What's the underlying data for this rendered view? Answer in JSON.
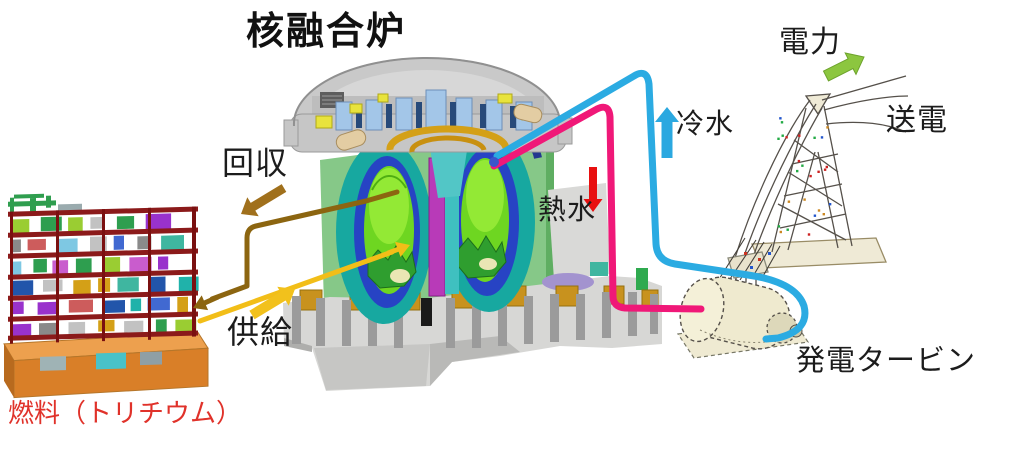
{
  "title": "核融合炉",
  "labels": {
    "recovery": "回収",
    "supply": "供給",
    "fuel": "燃料（トリチウム）",
    "hot_water": "熱水",
    "cold_water": "冷水",
    "electric_power": "電力",
    "transmission": "送電",
    "turbine": "発電タービン"
  },
  "colors": {
    "hot_line": "#f01878",
    "cold_line": "#2babe2",
    "recovery_arrow": "#a0701c",
    "recovery_line": "#8c6510",
    "supply_arrow": "#f2c11c",
    "supply_line": "#f2be18",
    "power_arrow": "#8cc63f",
    "hot_arrow": "#e81010",
    "cold_arrow": "#2ba8e0",
    "fuel_text": "#e0322a",
    "title_text": "#111111"
  },
  "diagram": {
    "type": "energy-flow",
    "nodes": [
      {
        "id": "fuel-plant",
        "label": "燃料（トリチウム）"
      },
      {
        "id": "fusion-reactor",
        "label": "核融合炉"
      },
      {
        "id": "generator-turbine",
        "label": "発電タービン"
      },
      {
        "id": "power-grid",
        "label": "送電"
      }
    ],
    "flows": [
      {
        "from": "fusion-reactor",
        "to": "fuel-plant",
        "label": "回収",
        "color": "#a0701c"
      },
      {
        "from": "fuel-plant",
        "to": "fusion-reactor",
        "label": "供給",
        "color": "#f2c11c"
      },
      {
        "from": "fusion-reactor",
        "to": "generator-turbine",
        "label": "熱水",
        "color": "#f01878"
      },
      {
        "from": "generator-turbine",
        "to": "fusion-reactor",
        "label": "冷水",
        "color": "#2babe2"
      },
      {
        "from": "generator-turbine",
        "to": "power-grid",
        "label": "電力",
        "color": "#8cc63f"
      }
    ]
  }
}
